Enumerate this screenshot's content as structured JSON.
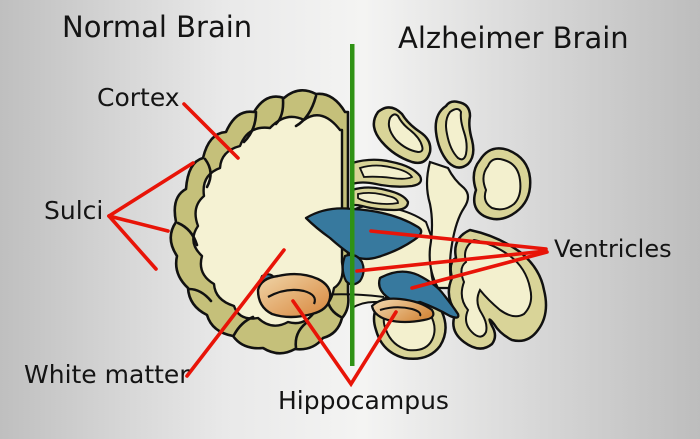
{
  "diagram": {
    "type": "anatomy-comparison",
    "subject": "Coronal brain sections comparing a healthy brain and an Alzheimer's disease brain",
    "left_title": "Normal Brain",
    "right_title": "Alzheimer Brain",
    "labels": {
      "cortex": "Cortex",
      "sulci": "Sulci",
      "white_matter": "White matter",
      "hippocampus": "Hippocampus",
      "ventricles": "Ventricles"
    },
    "annotations": [
      {
        "label": "Cortex",
        "points_to": "cortex ribbon of normal brain"
      },
      {
        "label": "Sulci",
        "points_to": "three sulci grooves on normal brain surface"
      },
      {
        "label": "White matter",
        "points_to": "cream interior of normal brain"
      },
      {
        "label": "Hippocampus",
        "points_to": "hippocampus of both normal and Alzheimer brain"
      },
      {
        "label": "Ventricles",
        "points_to": "enlarged blue ventricles (three targets)"
      }
    ],
    "colors": {
      "background_edge": "#bfbfbf",
      "background_center": "#f4f4f3",
      "normal_cortex": "#c5c07a",
      "alzheimer_cortex": "#d9d498",
      "white_matter": "#f5f2d3",
      "ventricle_blue": "#37799e",
      "hippocampus_light": "#f0d6a9",
      "hippocampus_dark": "#d8863c",
      "annotation_red": "#e81408",
      "midline_green": "#2f9214",
      "outline_black": "#111111",
      "text": "#141414"
    }
  }
}
